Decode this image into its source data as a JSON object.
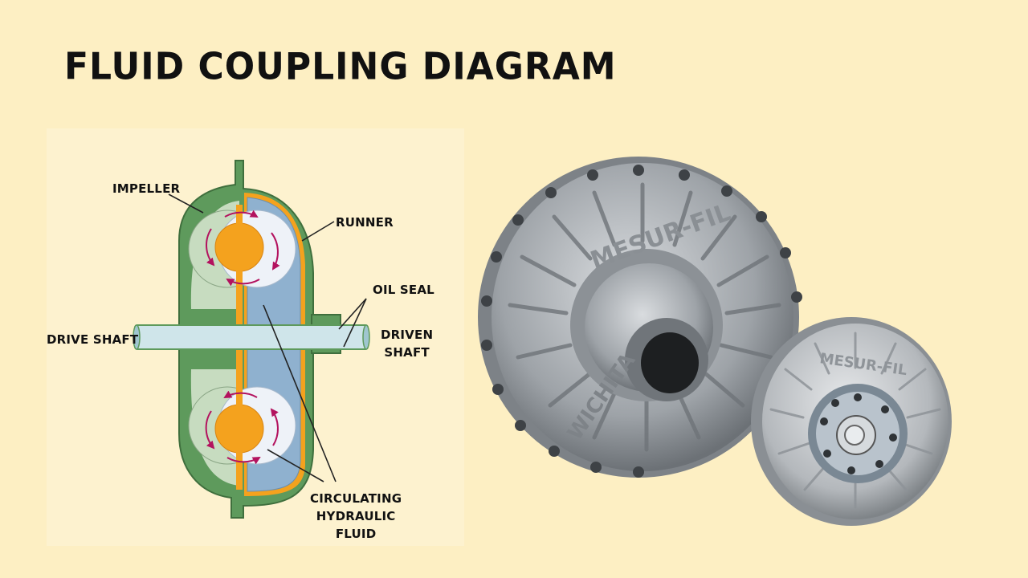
{
  "page": {
    "title": "FLUID COUPLING DIAGRAM"
  },
  "diagram": {
    "labels": {
      "impeller": "IMPELLER",
      "runner": "RUNNER",
      "oil_seal": "OIL SEAL",
      "drive_shaft": "DRIVE SHAFT",
      "driven_shaft_line1": "DRIVEN",
      "driven_shaft_line2": "SHAFT",
      "fluid_line1": "CIRCULATING",
      "fluid_line2": "HYDRAULIC",
      "fluid_line3": "FLUID"
    },
    "colors": {
      "housing": "#5e9a5c",
      "impeller_fill": "#c7dcc0",
      "runner_fill": "#8fb1cf",
      "vortex": "#f2f4f7",
      "core": "#f4a21e",
      "shaft": "#cfe5ea",
      "arrow": "#b3125e"
    }
  },
  "photo": {
    "large_coupling_text": "MESUR-FIL",
    "large_coupling_text2": "WICHITA",
    "small_coupling_text": "MESUR-FIL"
  }
}
